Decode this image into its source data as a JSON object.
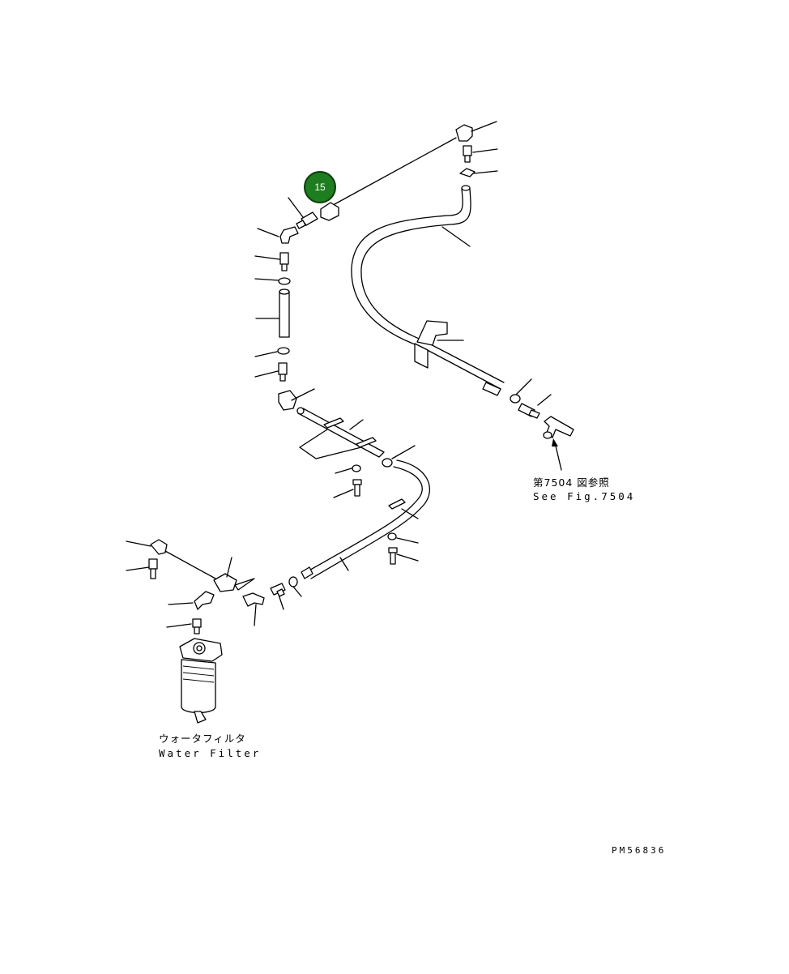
{
  "diagram": {
    "callout_number": "15",
    "callout_color": "#1e7d1e",
    "callout_ring_color": "#0b3d0b",
    "water_filter_label_jp": "ウォータフィルタ",
    "water_filter_label_en": "Water Filter",
    "see_figure_label_jp": "第7504 図参照",
    "see_figure_label_en": "See Fig.7504",
    "drawing_number": "PM56836"
  }
}
